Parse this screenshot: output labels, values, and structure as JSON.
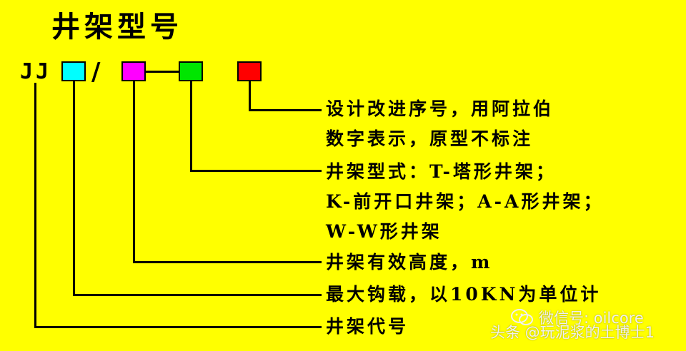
{
  "title": "井架型号",
  "code_prefix": "JJ",
  "separator": "/",
  "colors": {
    "background": "#FFFF00",
    "box_cyan": "#00FFFF",
    "box_magenta": "#FF00FF",
    "box_green": "#00E600",
    "box_red": "#FF0000"
  },
  "labels": {
    "design_serial_1": "设计改进序号，用阿拉伯",
    "design_serial_2": "数字表示，原型不标注",
    "derrick_type_1": "井架型式：T-塔形井架；",
    "derrick_type_2": "K-前开口井架；A-A形井架；",
    "derrick_type_3": "W-W形井架",
    "effective_height": "井架有效高度，m",
    "max_hook_load": "最大钩载，以10KN为单位计",
    "derrick_code": "井架代号"
  },
  "watermark": {
    "wechat_icon": "wechat-icon",
    "wechat": "微信号: oilcore",
    "toutiao": "头条 @玩泥浆的土博士1"
  }
}
